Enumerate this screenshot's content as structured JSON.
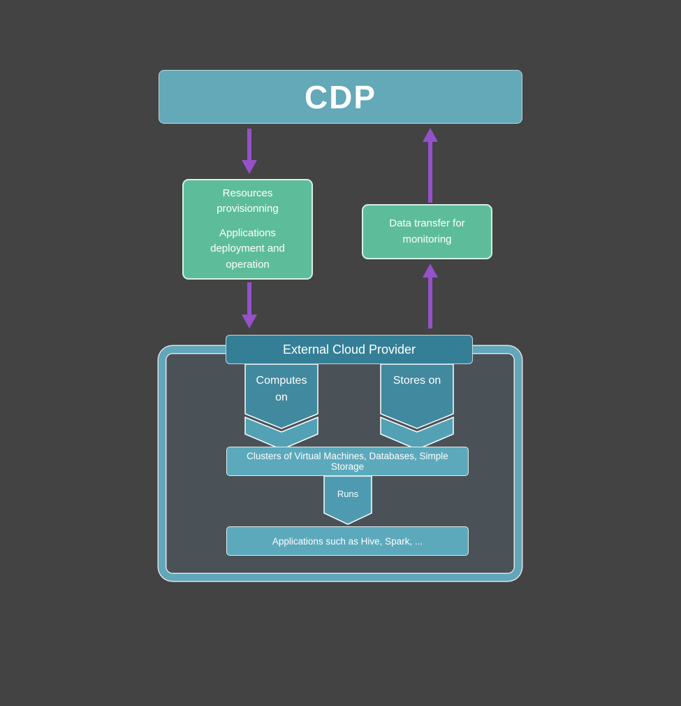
{
  "diagram": {
    "nodes": {
      "cdp": "CDP",
      "resources_line1": "Resources provisionning",
      "resources_line2": "Applications deployment and operation",
      "data_transfer": "Data transfer for monitoring",
      "external_provider": "External Cloud Provider",
      "computes_on": "Computes on",
      "stores_on": "Stores on",
      "clusters": "Clusters of Virtual Machines, Databases, Simple Storage",
      "runs": "Runs",
      "applications": "Applications such as Hive, Spark, ..."
    },
    "colors": {
      "background": "#434343",
      "cdp_fill": "#63a9b8",
      "green_fill": "#5dbd9a",
      "purple_arrow": "#9551c9",
      "provider_header_fill": "#347f96",
      "container_border": "#61a6bb",
      "container_fill": "#4a5258",
      "banner_fill": "#41899e",
      "banner_band_fill": "#53a1b5",
      "runs_fill": "#4e9bb1",
      "light_box_fill": "#5ca9bc"
    }
  }
}
